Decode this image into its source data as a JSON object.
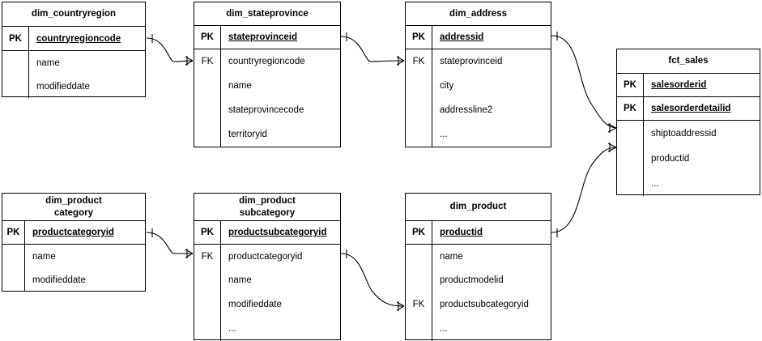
{
  "diagram": {
    "title": "Star schema ER diagram",
    "notation": "crow-foot",
    "line_color": "#000000",
    "background": "#ffffff"
  },
  "entities": [
    {
      "id": "dim_countryregion",
      "name": "dim_countryregion",
      "title_lines": [
        "dim_countryregion"
      ],
      "keys": [
        {
          "tag": "PK",
          "name": "countryregioncode"
        }
      ],
      "attributes": [
        {
          "tag": "",
          "name": "name"
        },
        {
          "tag": "",
          "name": "modifieddate"
        }
      ]
    },
    {
      "id": "dim_stateprovince",
      "name": "dim_stateprovince",
      "title_lines": [
        "dim_stateprovince"
      ],
      "keys": [
        {
          "tag": "PK",
          "name": "stateprovinceid"
        }
      ],
      "attributes": [
        {
          "tag": "FK",
          "name": "countryregioncode"
        },
        {
          "tag": "",
          "name": "name"
        },
        {
          "tag": "",
          "name": "stateprovincecode"
        },
        {
          "tag": "",
          "name": "territoryid"
        }
      ]
    },
    {
      "id": "dim_address",
      "name": "dim_address",
      "title_lines": [
        "dim_address"
      ],
      "keys": [
        {
          "tag": "PK",
          "name": "addressid"
        }
      ],
      "attributes": [
        {
          "tag": "FK",
          "name": "stateprovinceid"
        },
        {
          "tag": "",
          "name": "city"
        },
        {
          "tag": "",
          "name": "addressline2"
        },
        {
          "tag": "",
          "name": "..."
        }
      ]
    },
    {
      "id": "fct_sales",
      "name": "fct_sales",
      "title_lines": [
        "fct_sales"
      ],
      "keys": [
        {
          "tag": "PK",
          "name": "salesorderid"
        },
        {
          "tag": "PK",
          "name": "salesorderdetailid"
        }
      ],
      "attributes": [
        {
          "tag": "",
          "name": "shiptoaddressid"
        },
        {
          "tag": "",
          "name": "productid"
        },
        {
          "tag": "",
          "name": "..."
        }
      ]
    },
    {
      "id": "dim_productcategory",
      "name": "dim_product category",
      "title_lines": [
        "dim_product",
        "category"
      ],
      "keys": [
        {
          "tag": "PK",
          "name": "productcategoryid"
        }
      ],
      "attributes": [
        {
          "tag": "",
          "name": "name"
        },
        {
          "tag": "",
          "name": "modifieddate"
        }
      ]
    },
    {
      "id": "dim_productsubcategory",
      "name": "dim_product subcategory",
      "title_lines": [
        "dim_product",
        "subcategory"
      ],
      "keys": [
        {
          "tag": "PK",
          "name": "productsubcategoryid"
        }
      ],
      "attributes": [
        {
          "tag": "FK",
          "name": "productcategoryid"
        },
        {
          "tag": "",
          "name": "name"
        },
        {
          "tag": "",
          "name": "modifieddate"
        },
        {
          "tag": "",
          "name": "..."
        }
      ]
    },
    {
      "id": "dim_product",
      "name": "dim_product",
      "title_lines": [
        "dim_product"
      ],
      "keys": [
        {
          "tag": "PK",
          "name": "productid"
        }
      ],
      "attributes": [
        {
          "tag": "",
          "name": "name"
        },
        {
          "tag": "",
          "name": "productmodelid"
        },
        {
          "tag": "FK",
          "name": "productsubcategoryid"
        },
        {
          "tag": "",
          "name": "..."
        }
      ]
    }
  ],
  "relationships": [
    {
      "id": "rel-countryregion-stateprovince",
      "from": "dim_countryregion.countryregioncode",
      "to": "dim_stateprovince.countryregioncode",
      "cardinality": "one-to-many"
    },
    {
      "id": "rel-stateprovince-address",
      "from": "dim_stateprovince.stateprovinceid",
      "to": "dim_address.stateprovinceid",
      "cardinality": "one-to-many"
    },
    {
      "id": "rel-address-sales",
      "from": "dim_address.addressid",
      "to": "fct_sales.shiptoaddressid",
      "cardinality": "one-to-many"
    },
    {
      "id": "rel-productcategory-subcategory",
      "from": "dim_productcategory.productcategoryid",
      "to": "dim_productsubcategory.productcategoryid",
      "cardinality": "one-to-many"
    },
    {
      "id": "rel-subcategory-product",
      "from": "dim_productsubcategory.productcategoryid",
      "to": "dim_product.productsubcategoryid",
      "cardinality": "one-to-many"
    },
    {
      "id": "rel-product-sales",
      "from": "dim_product.productid",
      "to": "fct_sales.productid",
      "cardinality": "one-to-many"
    }
  ]
}
